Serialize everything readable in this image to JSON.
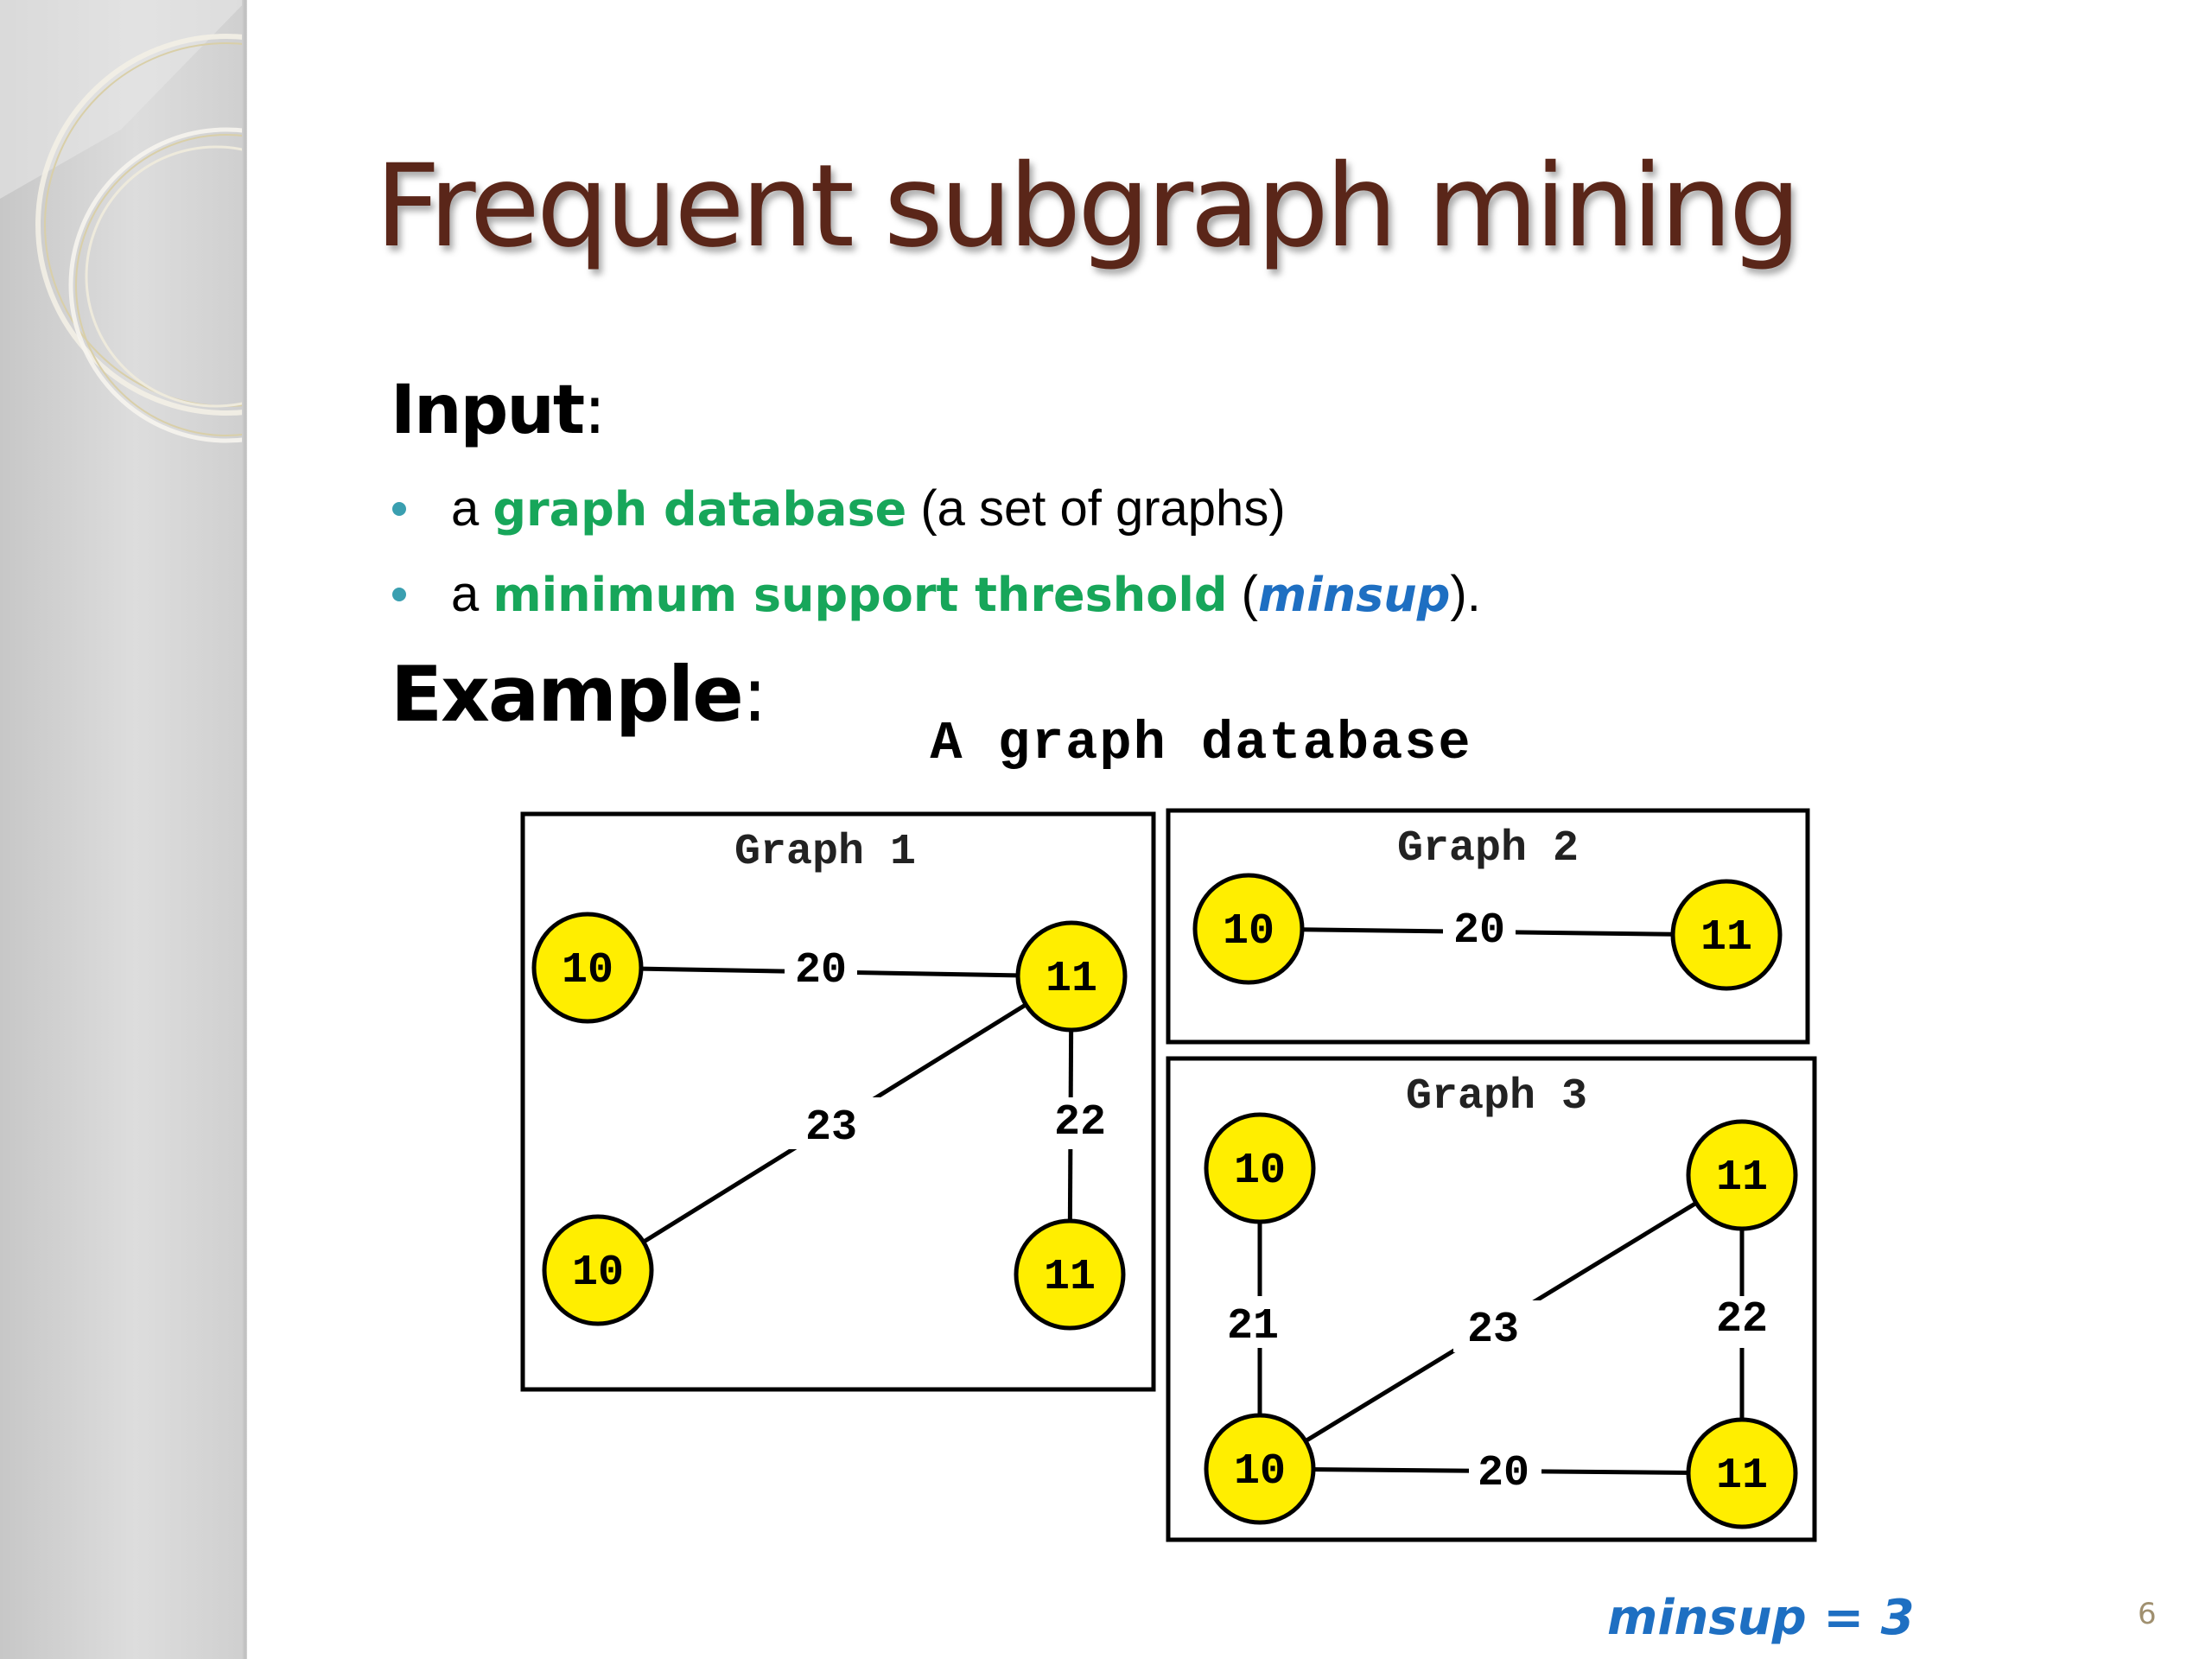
{
  "slide": {
    "title": "Frequent subgraph mining",
    "input_heading": "Input",
    "example_heading": "Example",
    "colon": ":",
    "bullets": [
      {
        "prefix": "a ",
        "highlight": "graph database",
        "suffix": " (a set of graphs)"
      },
      {
        "prefix": "a ",
        "highlight": "minimum support threshold",
        "mid": " (",
        "italic": "minsup",
        "suffix": ")."
      }
    ],
    "minsup_label": "minsup = 3",
    "page_number": "6"
  },
  "colors": {
    "title": "#5a2619",
    "highlight_green": "#17a65a",
    "highlight_blue": "#1e6fc2",
    "node_fill": "#ffee00",
    "bullet": "#3a9fb0"
  },
  "diagram": {
    "title": "A graph database",
    "graphs": [
      {
        "name": "Graph 1",
        "nodes": [
          "10",
          "11",
          "10",
          "11"
        ],
        "edges": [
          {
            "from": 0,
            "to": 1,
            "label": "20"
          },
          {
            "from": 2,
            "to": 1,
            "label": "23"
          },
          {
            "from": 1,
            "to": 3,
            "label": "22"
          }
        ]
      },
      {
        "name": "Graph 2",
        "nodes": [
          "10",
          "11"
        ],
        "edges": [
          {
            "from": 0,
            "to": 1,
            "label": "20"
          }
        ]
      },
      {
        "name": "Graph 3",
        "nodes": [
          "10",
          "11",
          "10",
          "11"
        ],
        "edges": [
          {
            "from": 0,
            "to": 2,
            "label": "21"
          },
          {
            "from": 2,
            "to": 1,
            "label": "23"
          },
          {
            "from": 1,
            "to": 3,
            "label": "22"
          },
          {
            "from": 2,
            "to": 3,
            "label": "20"
          }
        ]
      }
    ]
  }
}
